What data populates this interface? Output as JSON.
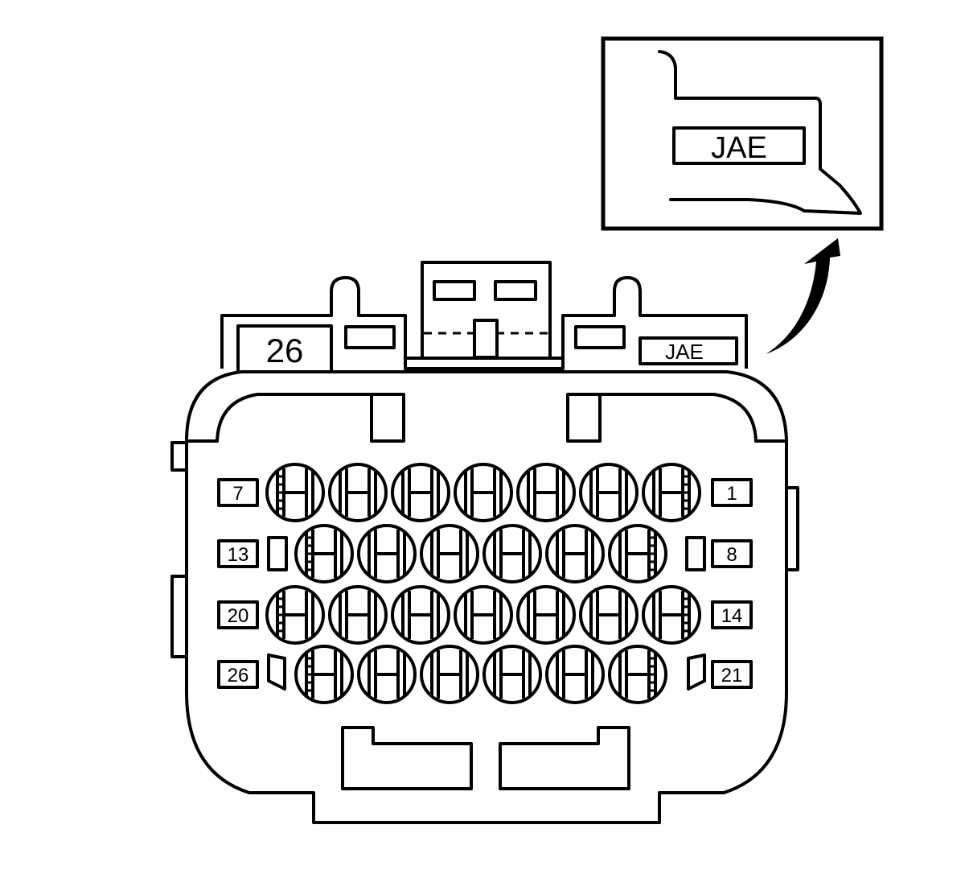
{
  "diagram": {
    "connector_count_label": "26",
    "manufacturer_label": "JAE",
    "detail_view": {
      "manufacturer_label": "JAE"
    },
    "pin_rows": [
      {
        "left_label": "7",
        "right_label": "1",
        "cavities": 7
      },
      {
        "left_label": "13",
        "right_label": "8",
        "cavities": 6
      },
      {
        "left_label": "20",
        "right_label": "14",
        "cavities": 7
      },
      {
        "left_label": "26",
        "right_label": "21",
        "cavities": 6
      }
    ],
    "arrow_icon": "curved-arrow-up-right"
  }
}
